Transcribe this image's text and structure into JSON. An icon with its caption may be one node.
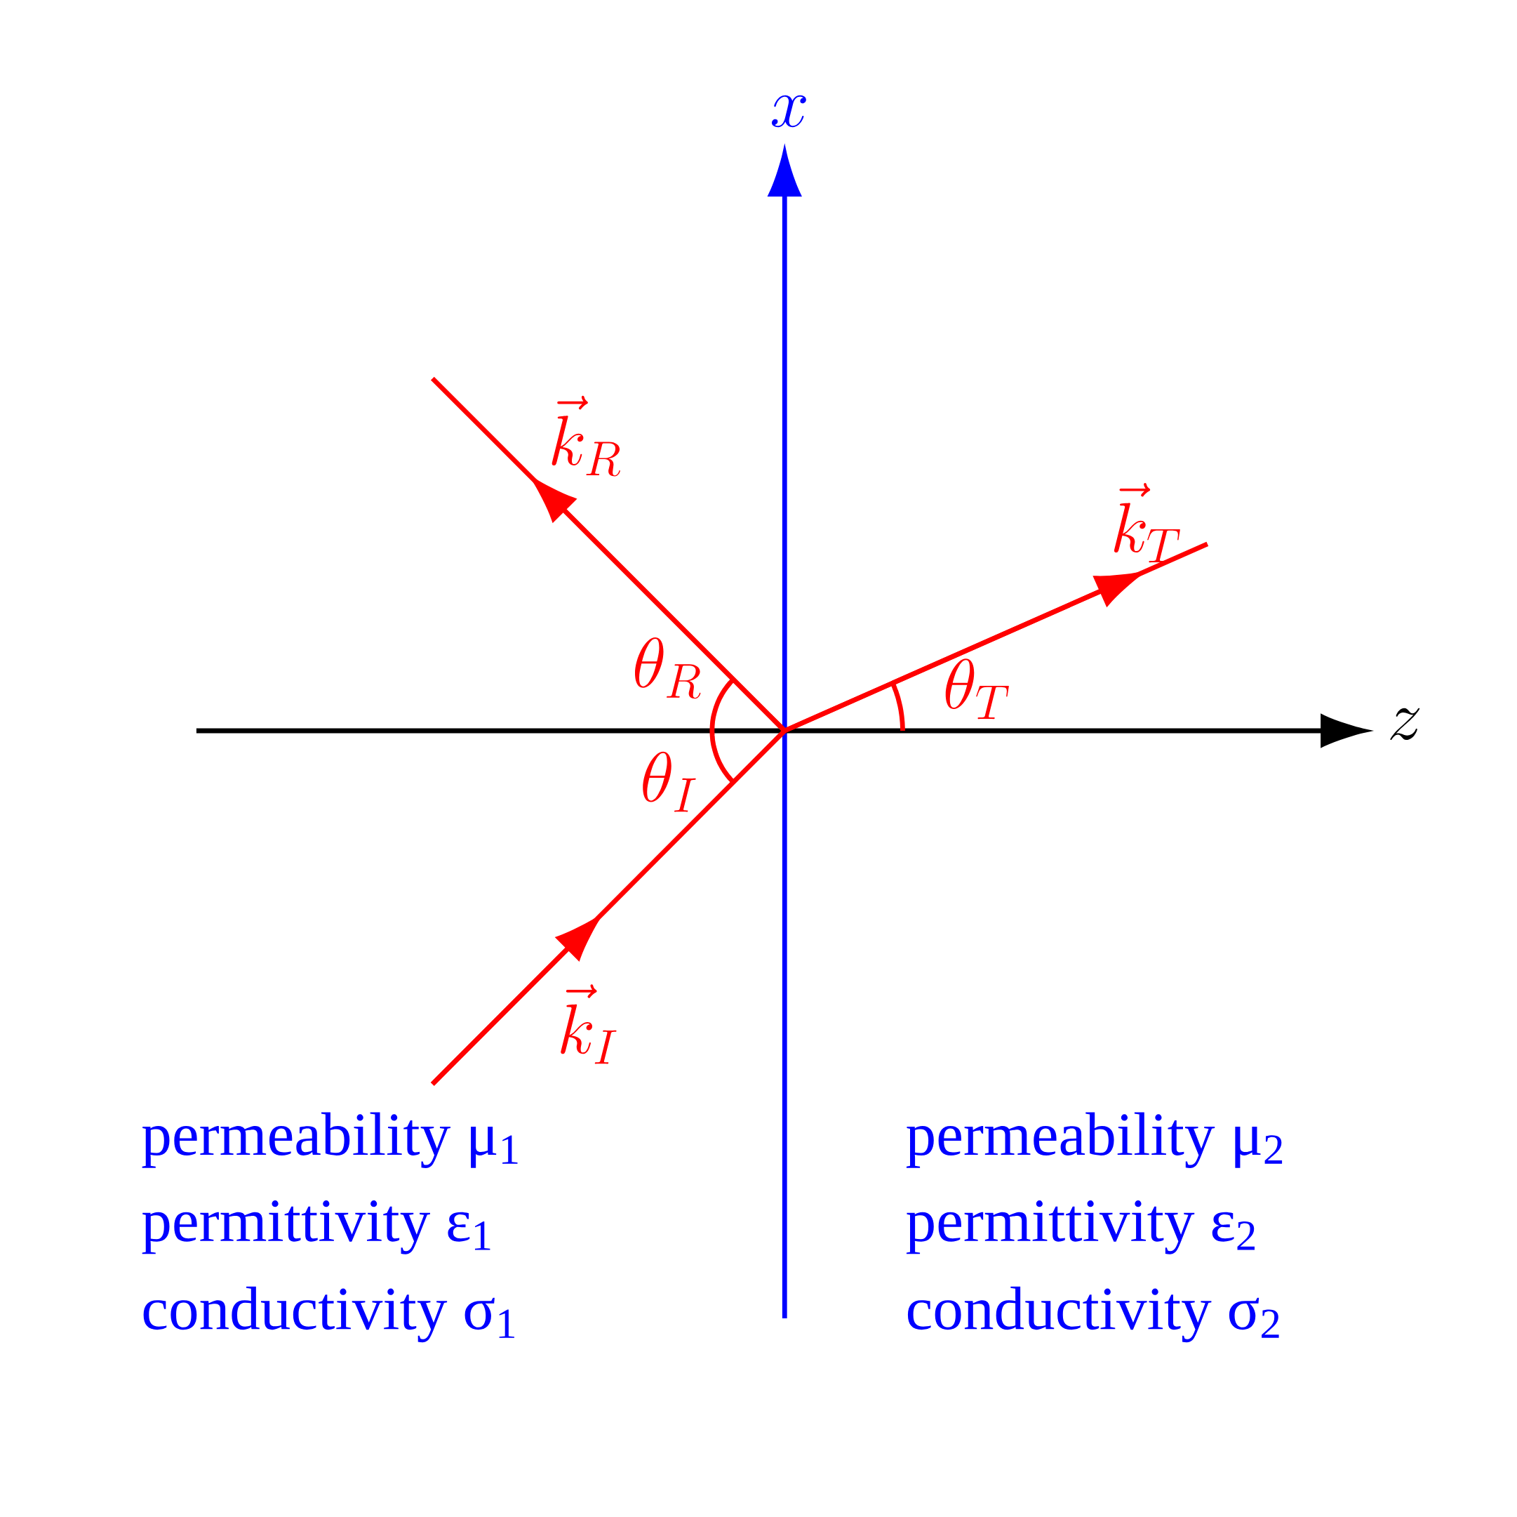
{
  "diagram": {
    "labels": [
      "x",
      "\\vec{k}_R",
      "\\vec{k}_T",
      "\\theta_R",
      "\\theta_T",
      "z",
      "\\theta_I",
      "\\vec{k}_I",
      "permeability μ$_{1}$",
      "permeability μ$_{2}$",
      "permittivity ε$_{1}$",
      "permittivity ε$_{2}$",
      "conductivity σ$_{1}$",
      "conductivity σ$_{2}$"
    ]
  }
}
